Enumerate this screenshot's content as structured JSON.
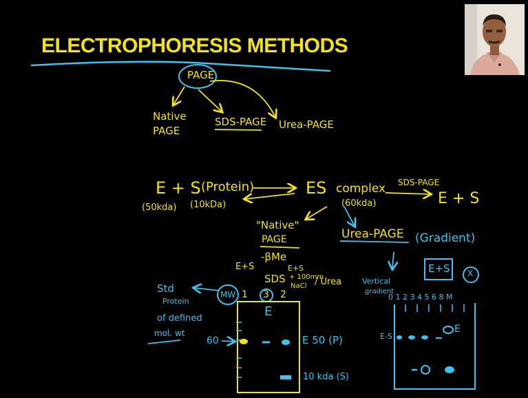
{
  "slide": {
    "title": "ELECTROPHORESIS METHODS"
  },
  "tree": {
    "root": "PAGE",
    "native": [
      "Native",
      "PAGE"
    ],
    "sds": "SDS-PAGE",
    "urea": "Urea-PAGE"
  },
  "reaction": {
    "es_left": "E + S",
    "protein": "(Protein)",
    "mw_e": "(50kda)",
    "mw_s": "(10kDa)",
    "es": "ES",
    "complex": "complex",
    "mw_es": "(60kda)",
    "sds_label": "SDS-PAGE",
    "es_right": "E + S"
  },
  "branches": {
    "native": [
      "\"Native\"",
      "PAGE"
    ],
    "urea": "Urea-PAGE",
    "gradient": "(Gradient)",
    "box": "E+S",
    "x_mark": "X"
  },
  "gel1": {
    "beta_me": "-βMe",
    "es_top": "E+S",
    "sds": "SDS",
    "es_urea_top": "E+S",
    "urea_note": "+ 100mm",
    "nacl": "NaCl",
    "urea": "/ Urea",
    "std": [
      "Std",
      "Protein",
      "of defined",
      "mol. wt"
    ],
    "lanes": [
      "MW",
      "1",
      "3",
      "2"
    ],
    "e_label": "E",
    "marker": "60",
    "band_e": "E 50 (P)",
    "band_s": "10 kda (S)"
  },
  "gel2": {
    "vertical": [
      "Vertical",
      "gradient"
    ],
    "lanes": "0   1   2   3   4   5   6   8  M",
    "es": "E-S",
    "e": "E"
  },
  "colors": {
    "yellow": "#f2e21b",
    "cyan": "#3cc3f0",
    "background": "#000000"
  }
}
